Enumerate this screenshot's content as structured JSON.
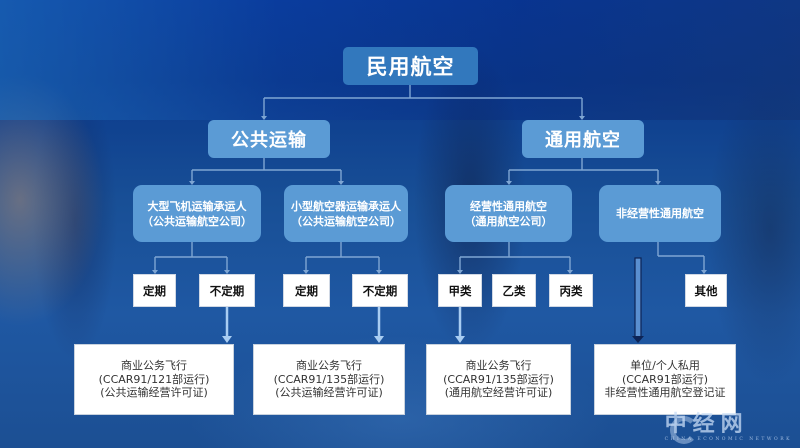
{
  "diagram": {
    "root": {
      "label": "民用航空"
    },
    "categories": [
      {
        "label": "公共运输",
        "children": [
          {
            "line1": "大型飞机运输承运人",
            "line2": "（公共运输航空公司）",
            "types": [
              "定期",
              "不定期"
            ],
            "detail": {
              "line1": "商业公务飞行",
              "line2": "(CCAR91/121部运行)",
              "line3": "(公共运输经营许可证)"
            }
          },
          {
            "line1": "小型航空器运输承运人",
            "line2": "（公共运输航空公司）",
            "types": [
              "定期",
              "不定期"
            ],
            "detail": {
              "line1": "商业公务飞行",
              "line2": "(CCAR91/135部运行)",
              "line3": "(公共运输经营许可证)"
            }
          }
        ]
      },
      {
        "label": "通用航空",
        "children": [
          {
            "line1": "经营性通用航空",
            "line2": "（通用航空公司）",
            "types": [
              "甲类",
              "乙类",
              "丙类"
            ],
            "detail": {
              "line1": "商业公务飞行",
              "line2": "(CCAR91/135部运行)",
              "line3": "(通用航空经营许可证)"
            }
          },
          {
            "line1": "非经营性通用航空",
            "line2": "",
            "types": [
              "其他"
            ],
            "detail": {
              "line1": "单位/个人私用",
              "line2": "(CCAR91部运行)",
              "line3": "非经营性通用航空登记证"
            }
          }
        ]
      }
    ]
  },
  "watermark": {
    "main": "中经网",
    "sub": "CHINA ECONOMIC NETWORK"
  },
  "colors": {
    "root_box": "#3278bd",
    "category_box": "#5b9bd5",
    "connector": "#7fa6d3",
    "arrow_highlight": "#a9cdf2",
    "leaf_box": "#ffffff"
  }
}
